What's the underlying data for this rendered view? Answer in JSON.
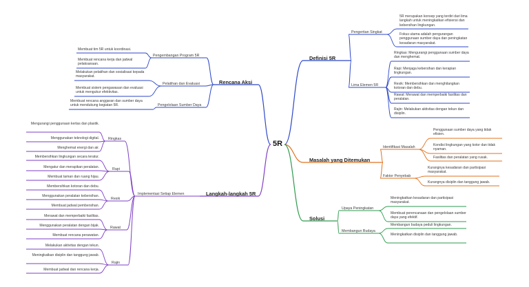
{
  "root": "5R",
  "colors": {
    "definisi": "#2b46c8",
    "masalah": "#e0721e",
    "solusi": "#2e9a4d",
    "langkah": "#7e3fc4",
    "rencana": "#2b46c8"
  },
  "definisi": {
    "title": "Definisi 5R",
    "pengertian": {
      "label": "Pengertian Singkat",
      "items": [
        "5R merupakan konsep yang terdiri dari lima langkah untuk meningkatkan efisiensi dan kebersihan lingkungan.",
        "Fokus utama adalah pengurangan penggunaan sumber daya dan peningkatan kesadaran masyarakat."
      ]
    },
    "lima": {
      "label": "Lima Elemen 5R",
      "items": [
        "Ringkas: Mengurangi penggunaan sumber daya dan menghemat.",
        "Rapi: Menjaga kebersihan dan kerapian lingkungan.",
        "Resik: Membersihkan dan menghilangkan kotoran dan debu.",
        "Rawat: Merawat dan memperbaiki fasilitas dan peralatan.",
        "Rajin: Melakukan aktivitas dengan tekun dan disiplin."
      ]
    }
  },
  "masalah": {
    "title": "Masalah yang Ditemukan",
    "identifikasi": {
      "label": "Identifikasi Masalah",
      "items": [
        "Penggunaan sumber daya yang tidak efisien.",
        "Kondisi lingkungan yang kotor dan tidak nyaman.",
        "Fasilitas dan peralatan yang rusak."
      ]
    },
    "faktor": {
      "label": "Faktor Penyebab",
      "items": [
        "Kurangnya kesadaran dan partisipasi masyarakat.",
        "Kurangnya disiplin dan tanggung jawab."
      ]
    }
  },
  "solusi": {
    "title": "Solusi",
    "upaya": {
      "label": "Upaya Peningkatan",
      "items": [
        "Meningkatkan kesadaran dan partisipasi masyarakat.",
        "Membuat perencanaan dan pengelolaan sumber daya yang efektif."
      ]
    },
    "budaya": {
      "label": "Membangun Budaya",
      "items": [
        "Membangun budaya peduli lingkungan.",
        "Meningkatkan disiplin dan tanggung jawab."
      ]
    }
  },
  "rencana": {
    "title": "Rencana Aksi",
    "pengembangan": {
      "label": "Pengembangan Program 5R",
      "items": [
        "Membuat tim 5R untuk koordinasi.",
        "Membuat rencana kerja dan jadwal pelaksanaan."
      ]
    },
    "pelatihan": {
      "label": "Pelatihan dan Evaluasi",
      "items": [
        "Melakukan pelatihan dan sosialisasi kepada masyarakat.",
        "Membuat sistem pengawasan dan evaluasi untuk mengukur efektivitas."
      ]
    },
    "pengelolaan": {
      "label": "Pengelolaan Sumber Daya",
      "items": [
        "Membuat rencana anggaran dan sumber daya untuk mendukung kegiatan 5R."
      ]
    }
  },
  "langkah": {
    "title": "Langkah-langkah 5R",
    "implementasi": "Implementasi Setiap Elemen",
    "ringkas": {
      "label": "Ringkas",
      "items": [
        "Mengurangi penggunaan kertas dan plastik.",
        "Menggunakan teknologi digital.",
        "Menghemat energi dan air."
      ]
    },
    "rapi": {
      "label": "Rapi",
      "items": [
        "Membersihkan lingkungan secara teratur.",
        "Mengatur dan merapikan peralatan.",
        "Membuat taman dan ruang hijau."
      ]
    },
    "resik": {
      "label": "Resik",
      "items": [
        "Membersihkan kotoran dan debu.",
        "Menggunakan peralatan kebersihan.",
        "Membuat jadwal pembersihan."
      ]
    },
    "rawat": {
      "label": "Rawat",
      "items": [
        "Merawat dan memperbaiki fasilitas.",
        "Menggunakan peralatan dengan bijak.",
        "Membuat rencana perawatan."
      ]
    },
    "rajin": {
      "label": "Rajin",
      "items": [
        "Melakukan aktivitas dengan tekun.",
        "Meningkatkan disiplin dan tanggung jawab.",
        "Membuat jadwal dan rencana kerja."
      ]
    }
  }
}
